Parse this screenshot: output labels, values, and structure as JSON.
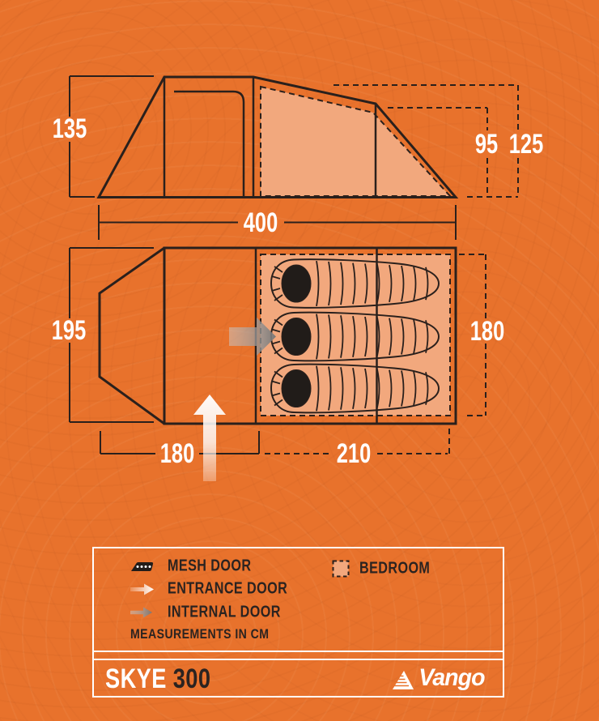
{
  "colors": {
    "background": "#E8722C",
    "ink": "#2A201C",
    "bedroom_fill": "#F2A87D",
    "label_white": "#FFFFFF",
    "internal_arrow_gray": "#7F7F7F"
  },
  "elevation_view": {
    "height_label": "135",
    "width_label": "400",
    "inner_height_label": "95",
    "outer_height_label": "125"
  },
  "floor_plan": {
    "depth_label": "195",
    "bedroom_depth_label": "180",
    "living_width_label": "180",
    "bedroom_width_label": "210"
  },
  "legend": {
    "items": [
      {
        "icon": "mesh-door-icon",
        "label": "MESH DOOR"
      },
      {
        "icon": "entrance-door-icon",
        "label": "ENTRANCE DOOR"
      },
      {
        "icon": "internal-door-icon",
        "label": "INTERNAL DOOR"
      }
    ],
    "bedroom_item": {
      "icon": "bedroom-swatch-icon",
      "label": "BEDROOM"
    },
    "note": "MEASUREMENTS IN CM"
  },
  "footer": {
    "model_name": "SKYE",
    "model_size": "300",
    "brand": "Vango"
  }
}
